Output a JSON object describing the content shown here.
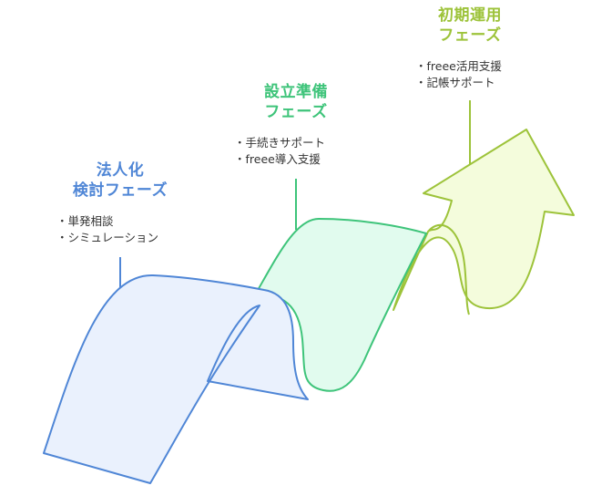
{
  "colors": {
    "blue": "#4f86d6",
    "blue_fill": "#eaf1fd",
    "green": "#3ec47a",
    "green_fill": "#e1fbee",
    "lime": "#9dc33a",
    "lime_fill": "#f4fcdc"
  },
  "phases": [
    {
      "title_line1": "法人化",
      "title_line2": "検討フェーズ",
      "items": [
        "・単発相談",
        "・シミュレーション"
      ]
    },
    {
      "title_line1": "設立準備",
      "title_line2": "フェーズ",
      "items": [
        "・手続きサポート",
        "・freee導入支援"
      ]
    },
    {
      "title_line1": "初期運用",
      "title_line2": "フェーズ",
      "items": [
        "・freee活用支援",
        "・記帳サポート"
      ]
    }
  ]
}
